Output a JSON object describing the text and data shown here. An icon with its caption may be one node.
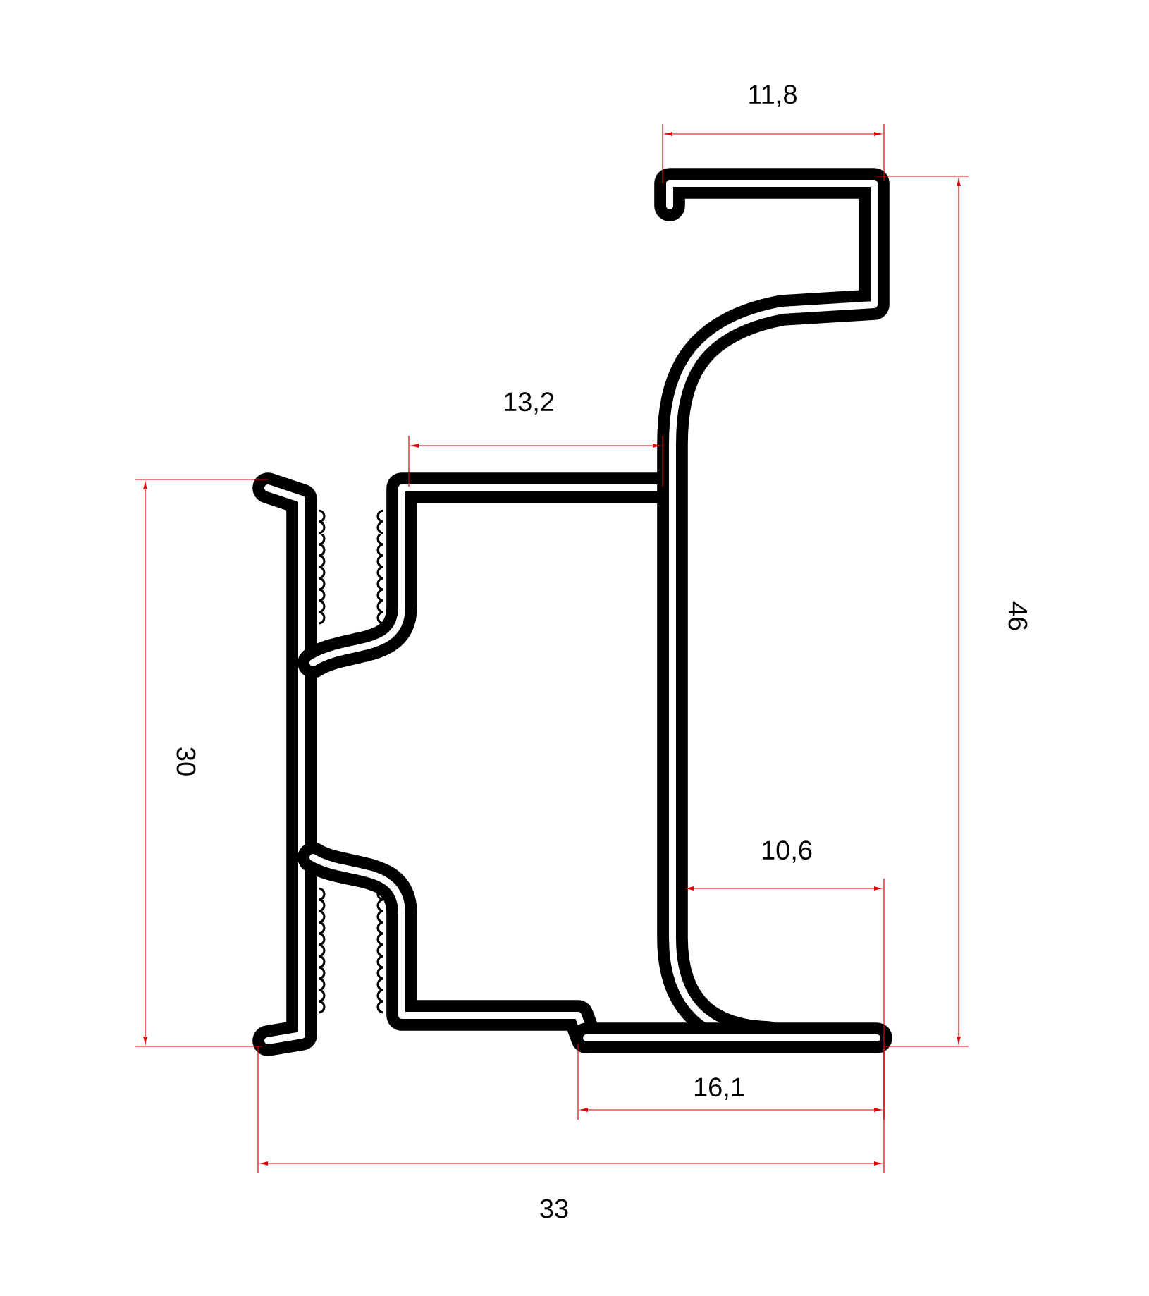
{
  "diagram": {
    "labels": [
      "11,8",
      "13,2",
      "30",
      "46",
      "10,6",
      "16,1",
      "33"
    ]
  }
}
